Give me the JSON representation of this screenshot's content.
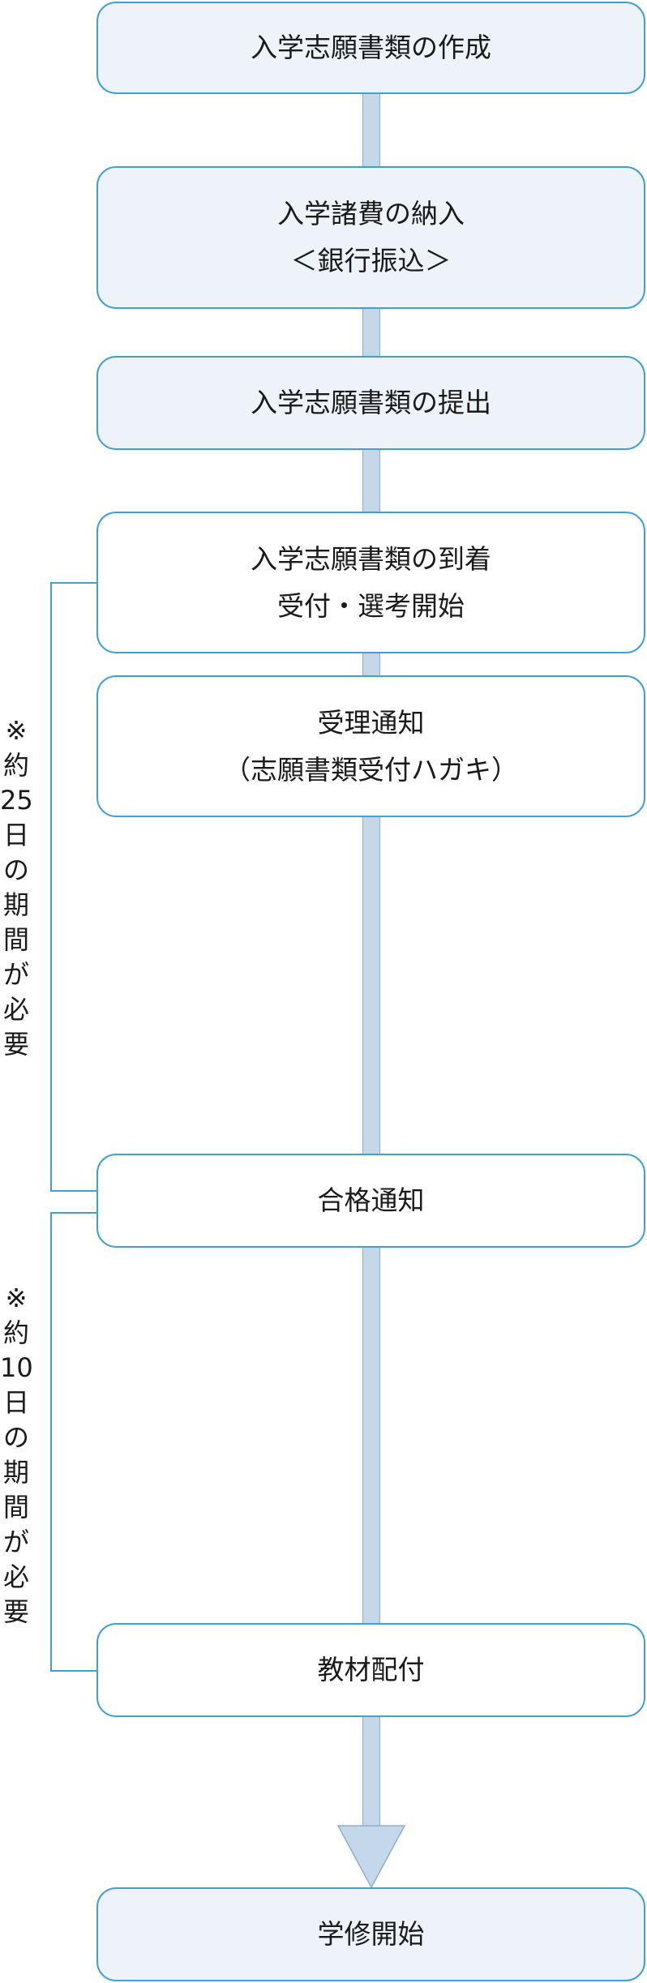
{
  "steps": [
    {
      "lines": [
        "入学志願書類の作成"
      ]
    },
    {
      "lines": [
        "入学諸費の納入",
        "＜銀行振込＞"
      ]
    },
    {
      "lines": [
        "入学志願書類の提出"
      ]
    },
    {
      "lines": [
        "入学志願書類の到着",
        "受付・選考開始"
      ]
    },
    {
      "lines": [
        "受理通知",
        "（志願書類受付ハガキ）"
      ]
    },
    {
      "lines": [
        "合格通知"
      ]
    },
    {
      "lines": [
        "教材配付"
      ]
    },
    {
      "lines": [
        "学修開始"
      ]
    }
  ],
  "notes": [
    {
      "chars": [
        "※",
        "約",
        "25",
        "日",
        "の",
        "期",
        "間",
        "が",
        "必",
        "要"
      ]
    },
    {
      "chars": [
        "※",
        "約",
        "10",
        "日",
        "の",
        "期",
        "間",
        "が",
        "必",
        "要"
      ]
    }
  ]
}
